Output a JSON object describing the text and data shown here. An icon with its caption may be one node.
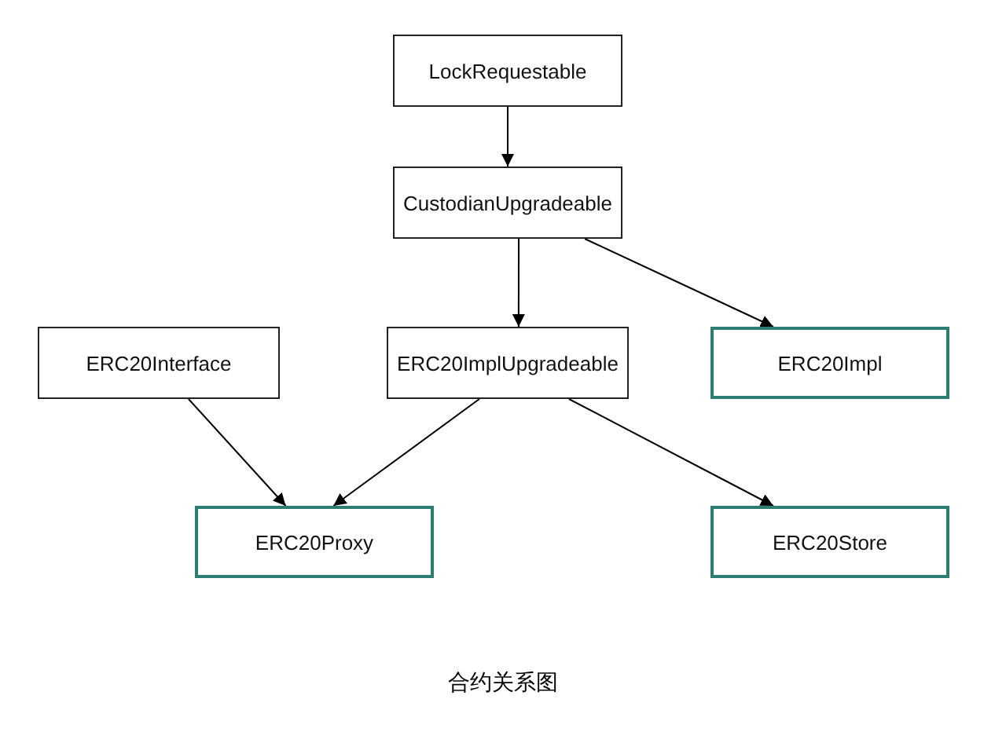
{
  "diagram": {
    "caption": "合约关系图",
    "nodes": [
      {
        "text": [
          "LockRequestable"
        ]
      },
      {
        "text": [
          "CustodianUpgradeable"
        ]
      },
      {
        "text": [
          "ERC20Interface"
        ]
      },
      {
        "text": [
          "ERC20ImplUpgradeable"
        ]
      },
      {
        "text": [
          "ERC20Impl"
        ]
      },
      {
        "text": [
          "ERC20Proxy"
        ]
      },
      {
        "text": [
          "ERC20Store"
        ]
      }
    ],
    "edges": [
      {
        "from": 0,
        "to": 1,
        "arrow": "to"
      },
      {
        "from": 1,
        "to": 3,
        "arrow": "to"
      },
      {
        "from": 1,
        "to": 4,
        "arrow": "to"
      },
      {
        "from": 2,
        "to": 5,
        "arrow": "to"
      },
      {
        "from": 3,
        "to": 5,
        "arrow": "to"
      },
      {
        "from": 3,
        "to": 6,
        "arrow": "to"
      }
    ]
  }
}
